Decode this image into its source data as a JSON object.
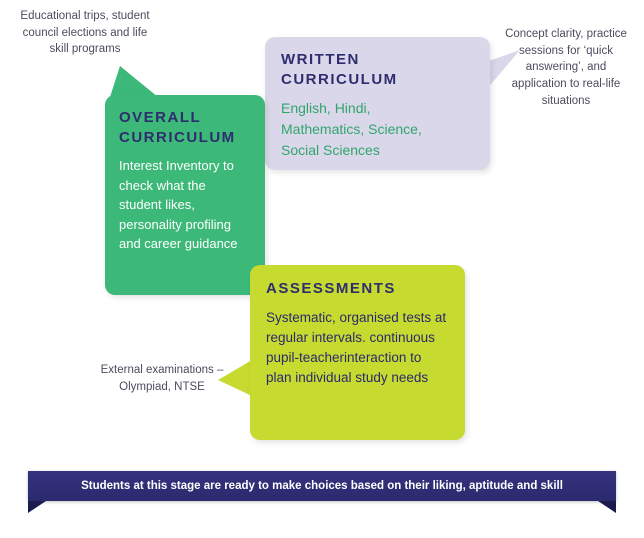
{
  "annotations": {
    "educational_trips": "Educational trips, student council elections and life skill programs",
    "concept_clarity": "Concept clarity, practice sessions for ‘quick answering’, and application to real-life situations",
    "external_exams": "External examinations – Olympiad, NTSE"
  },
  "boxes": {
    "written_curriculum": {
      "title": "WRITTEN CURRICULUM",
      "body": "English, Hindi, Mathematics, Science, Social Sciences"
    },
    "overall_curriculum": {
      "title": "OVERALL CURRICULUM",
      "body": "Interest Inventory to check what the student likes, personality profiling and career guidance"
    },
    "assessments": {
      "title": "ASSESSMENTS",
      "body": "Systematic, organised tests at regular intervals. continuous pupil-teacherinteraction to plan individual study needs"
    }
  },
  "banner": {
    "text": "Students at this stage are ready to make choices based on their liking, aptitude and skill"
  },
  "colors": {
    "green": "#3cb878",
    "lavender": "#dbd7ea",
    "lime": "#c6da2f",
    "navy": "#2b2a6d",
    "fold_navy": "#1c1b4e",
    "annotation_text": "#4c4c5f",
    "lavender_body_text": "#2fa56c"
  }
}
